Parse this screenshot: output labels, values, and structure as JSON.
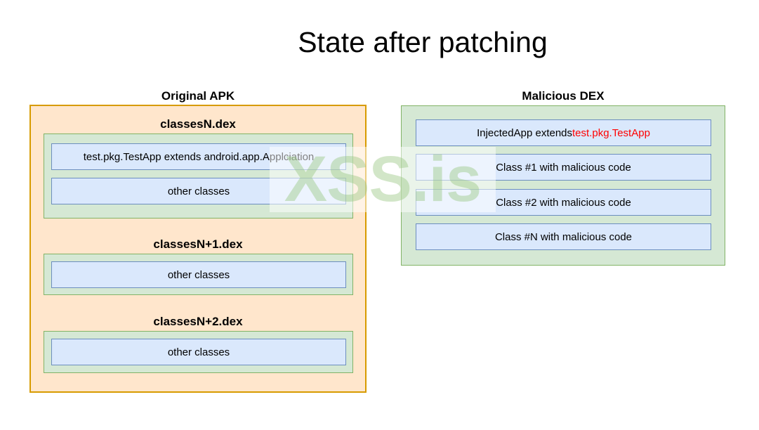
{
  "title": "State after patching",
  "watermark": {
    "text": "XSS.is"
  },
  "colors": {
    "apk_fill": "#ffe6cc",
    "apk_border": "#d79b00",
    "dex_fill": "#d5e8d4",
    "dex_border": "#82b366",
    "class_fill": "#dae8fc",
    "class_border": "#6c8ebf",
    "highlight_red": "#ff0000",
    "watermark_green": "#93c47d"
  },
  "original_apk": {
    "heading": "Original APK",
    "dex_files": [
      {
        "name": "classesN.dex",
        "classes": [
          "test.pkg.TestApp extends android.app.Applciation",
          "other classes"
        ]
      },
      {
        "name": "classesN+1.dex",
        "classes": [
          "other classes"
        ]
      },
      {
        "name": "classesN+2.dex",
        "classes": [
          "other classes"
        ]
      }
    ]
  },
  "malicious_dex": {
    "heading": "Malicious DEX",
    "classes": [
      {
        "prefix": "InjectedApp extends ",
        "highlight": "test.pkg.TestApp"
      },
      {
        "prefix": "Class #1 with malicious code",
        "highlight": ""
      },
      {
        "prefix": "Class #2 with malicious code",
        "highlight": ""
      },
      {
        "prefix": "Class #N with malicious code",
        "highlight": ""
      }
    ]
  }
}
